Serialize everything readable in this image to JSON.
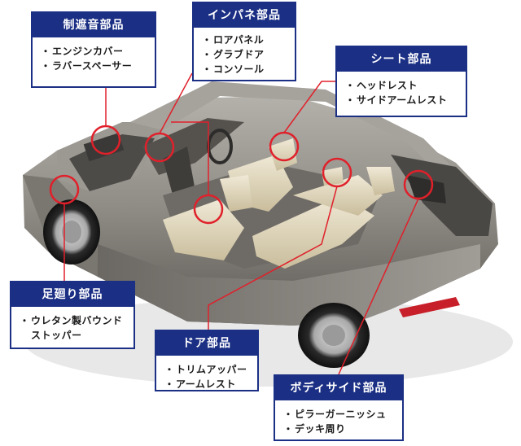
{
  "callouts": [
    {
      "id": "engine",
      "title": "制遮音部品",
      "items": [
        "エンジンカバー",
        "ラバースペーサー"
      ]
    },
    {
      "id": "instrument",
      "title": "インパネ部品",
      "items": [
        "ロアパネル",
        "グラブドア",
        "コンソール"
      ]
    },
    {
      "id": "seat",
      "title": "シート部品",
      "items": [
        "ヘッドレスト",
        "サイドアームレスト"
      ]
    },
    {
      "id": "suspension",
      "title": "足廻り部品",
      "items": [
        "ウレタン製バウンドストッパー"
      ]
    },
    {
      "id": "door",
      "title": "ドア部品",
      "items": [
        "トリムアッパー",
        "アームレスト"
      ]
    },
    {
      "id": "bodyside",
      "title": "ボディサイド部品",
      "items": [
        "ピラーガーニッシュ",
        "デッキ周り"
      ]
    }
  ],
  "colors": {
    "navy": "#1b2f84",
    "marker": "#e0202a",
    "body": "#8a8680",
    "interior": "#d9cfb4"
  }
}
